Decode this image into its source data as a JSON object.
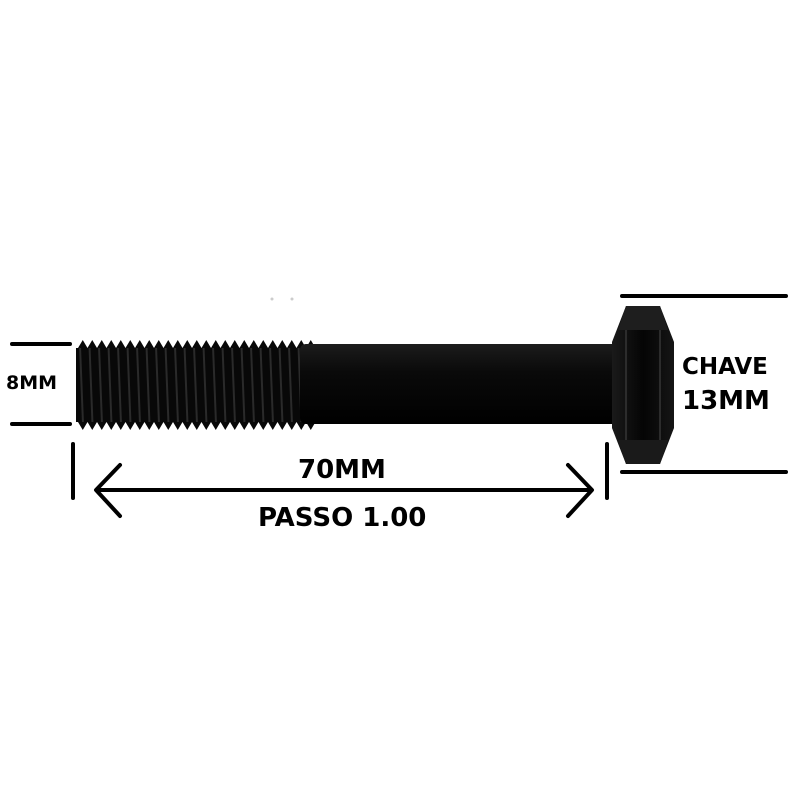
{
  "dimensions": {
    "diameter": "8MM",
    "length": "70MM",
    "pitch": "PASSO 1.00",
    "wrench_line1": "CHAVE",
    "wrench_line2": "13MM"
  },
  "colors": {
    "background": "#ffffff",
    "bolt": "#0a0a0a",
    "bolt_highlight": "#2a2a2a",
    "ink": "#000000"
  }
}
